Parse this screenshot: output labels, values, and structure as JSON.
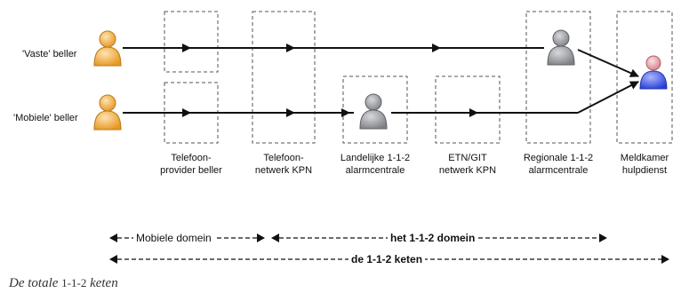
{
  "callers": {
    "vast": "'Vaste' beller",
    "mobiel": "'Mobiele' beller"
  },
  "nodes": {
    "telefoonprovider": [
      "Telefoon-",
      "provider beller"
    ],
    "telefoonnetwerk": [
      "Telefoon-",
      "netwerk KPN"
    ],
    "landelijke": [
      "Landelijke 1-1-2",
      "alarmcentrale"
    ],
    "etn": [
      "ETN/GIT",
      "netwerk KPN"
    ],
    "regionale": [
      "Regionale 1-1-2",
      "alarmcentrale"
    ],
    "meldkamer": [
      "Meldkamer",
      "hulpdienst"
    ]
  },
  "domains": {
    "mobiel": "Mobiele domein",
    "het112": "het 1-1-2 domein",
    "keten": "de 1-1-2 keten"
  },
  "caption": {
    "prefix": "De totale ",
    "number": "1-1-2",
    "suffix": " keten"
  },
  "colors": {
    "caller_person": "#f3b24a",
    "operator_person": "#a7a9ae",
    "meldkamer_body": "#3f5ae0",
    "meldkamer_head": "#e8a0a8"
  }
}
